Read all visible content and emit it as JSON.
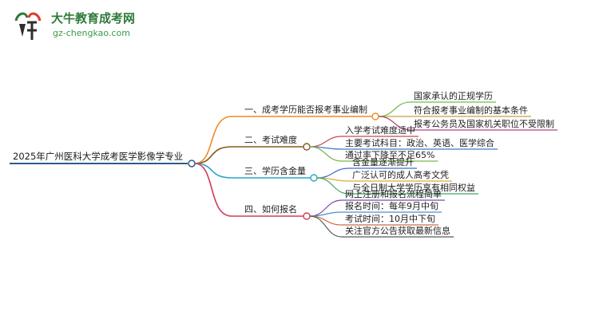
{
  "logo": {
    "name": "大牛教育成考网",
    "url": "gz-chengkao.com",
    "mark_icon": "bull-mascot-icon"
  },
  "mindmap": {
    "root": "2025年广州医科大学成考医学影像学专业",
    "branches": [
      {
        "label": "一、成考学历能否报考事业编制",
        "color": "#f08a24",
        "children": [
          "国家承认的正规学历",
          "符合报考事业编制的基本条件",
          "报考公务员及国家机关职位不受限制"
        ]
      },
      {
        "label": "二、考试难度",
        "color": "#8a5a1e",
        "children": [
          "入学考试难度适中",
          "主要考试科目：政治、英语、医学综合",
          "通过率下降至不足65%"
        ]
      },
      {
        "label": "三、学历含金量",
        "color": "#2aa7c9",
        "children": [
          "含金量逐渐提升",
          "广泛认可的成人高考文凭",
          "与全日制大学学历享有相同权益"
        ]
      },
      {
        "label": "四、如何报名",
        "color": "#d23a5a",
        "children": [
          "网上注册和报名流程简单",
          "报名时间：每年9月中旬",
          "考试时间：10月中下旬",
          "关注官方公告获取最新信息"
        ]
      }
    ],
    "leaf_colors": [
      [
        "#6fbe4c",
        "#c9a23a",
        "#b0457a"
      ],
      [
        "#c84a4a",
        "#3e7bc4",
        "#7ab648"
      ],
      [
        "#3c6fd1",
        "#e0a93a",
        "#3aa85a"
      ],
      [
        "#7a4aa8",
        "#4a8fd0",
        "#d06a3a",
        "#5a5a5a"
      ]
    ]
  }
}
